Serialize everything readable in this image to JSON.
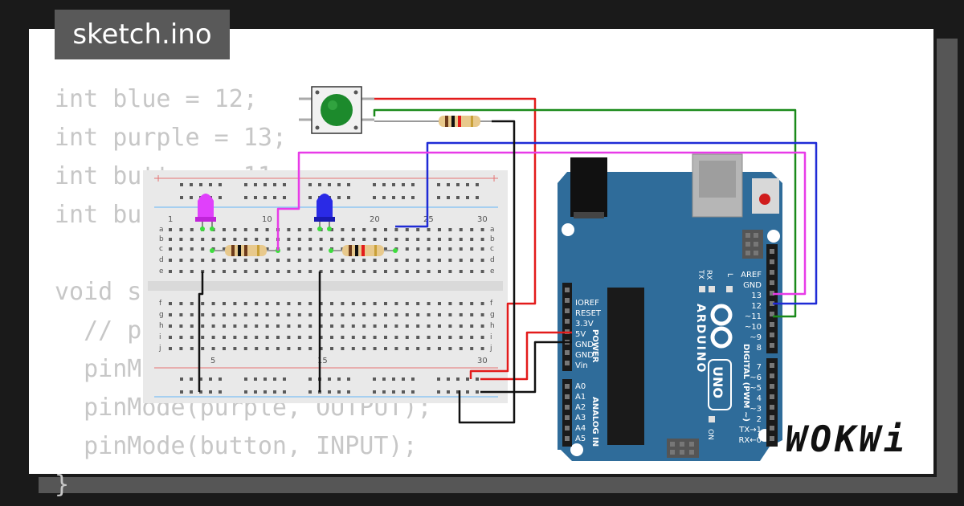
{
  "window": {
    "title": "sketch.ino"
  },
  "code_lines": [
    "int blue = 12;",
    "int purple = 13;",
    "int button = 11;",
    "int bu",
    "",
    "void s",
    "  // p",
    "  pinM",
    "  pinMode(purple, OUTPUT);",
    "  pinMode(button, INPUT);",
    "}"
  ],
  "breadboard": {
    "column_labels_top": [
      "1",
      "10",
      "20",
      "25",
      "30"
    ],
    "column_labels_bottom": [
      "5",
      "15",
      "30"
    ],
    "row_labels_top": [
      "a",
      "b",
      "c",
      "d",
      "e"
    ],
    "row_labels_bottom": [
      "f",
      "g",
      "h",
      "i",
      "j"
    ]
  },
  "arduino": {
    "brand": "ARDUINO",
    "model": "UNO",
    "power_pins": [
      "IOREF",
      "RESET",
      "3.3V",
      "5V",
      "GND",
      "GND",
      "Vin"
    ],
    "analog_pins": [
      "A0",
      "A1",
      "A2",
      "A3",
      "A4",
      "A5"
    ],
    "digital_pins_top": [
      "AREF",
      "GND",
      "13",
      "12",
      "~11",
      "~10",
      "~9",
      "8"
    ],
    "digital_pins_bottom": [
      "7",
      "~6",
      "~5",
      "4",
      "~3",
      "2",
      "TX→1",
      "RX←0"
    ],
    "power_label": "POWER",
    "analog_label": "ANALOG IN",
    "digital_label": "DIGITAL (PWM ~)",
    "tx_label": "TX",
    "rx_label": "RX",
    "l_label": "L",
    "on_label": "ON"
  },
  "colors": {
    "wire_red": "#e31b1b",
    "wire_green": "#1a8a1a",
    "wire_blue": "#1f2bd6",
    "wire_magenta": "#e83be8",
    "wire_black": "#111111",
    "board": "#2f6c9a"
  },
  "logo": {
    "text": "WOKWi"
  }
}
